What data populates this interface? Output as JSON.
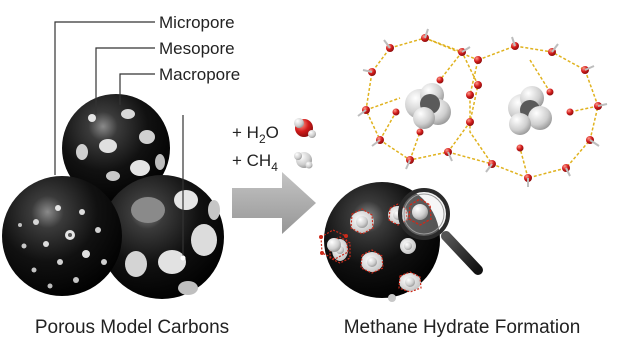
{
  "labels": {
    "micropore": "Micropore",
    "mesopore": "Mesopore",
    "macropore": "Macropore"
  },
  "reactants": {
    "water": {
      "prefix": "+ H",
      "sub": "2",
      "suffix": "O"
    },
    "methane": {
      "prefix": "+ CH",
      "sub": "4"
    }
  },
  "captions": {
    "left": "Porous Model Carbons",
    "right": "Methane Hydrate Formation"
  },
  "colors": {
    "sphere": "#1a1a1a",
    "pore": "#e8e8e8",
    "arrow": "#a9a9a9",
    "hbond": "#e0b21e",
    "oxygen": "#d21a1a",
    "cage_red": "#cc2a1a"
  },
  "icons": [
    "water-molecule-icon",
    "methane-molecule-icon",
    "magnifier-icon"
  ]
}
